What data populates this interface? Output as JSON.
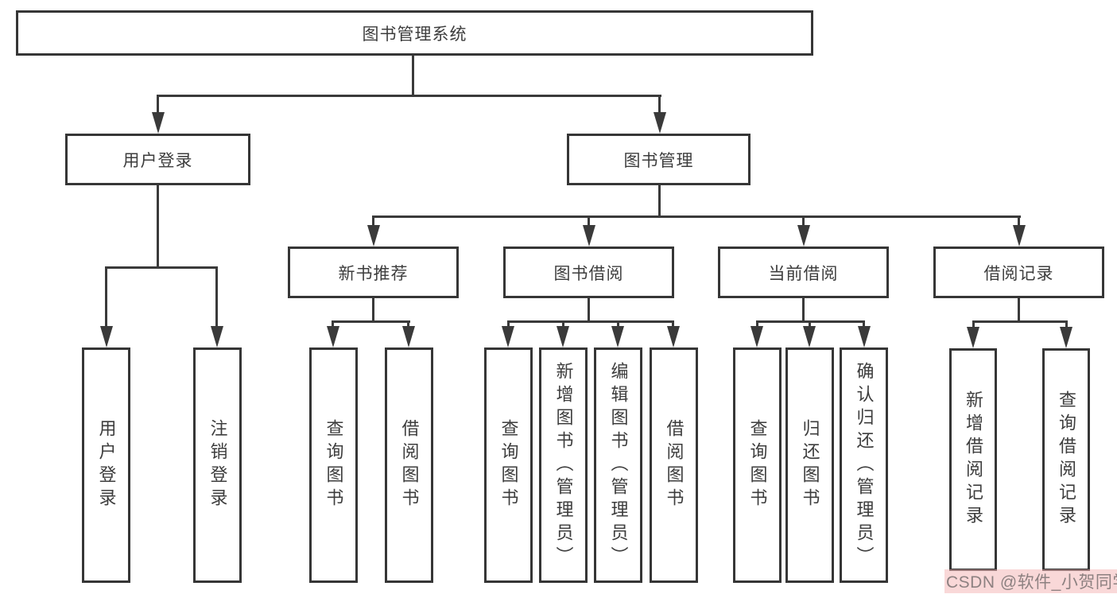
{
  "diagram": {
    "root": {
      "label": "图书管理系统"
    },
    "level1": [
      {
        "label": "用户登录"
      },
      {
        "label": "图书管理"
      }
    ],
    "level2": [
      {
        "label": "新书推荐"
      },
      {
        "label": "图书借阅"
      },
      {
        "label": "当前借阅"
      },
      {
        "label": "借阅记录"
      }
    ],
    "leaves": {
      "user_login": [
        {
          "label": "用户登录"
        },
        {
          "label": "注销登录"
        }
      ],
      "new_books": [
        {
          "label": "查询图书"
        },
        {
          "label": "借阅图书"
        }
      ],
      "borrow": [
        {
          "label": "查询图书"
        },
        {
          "label": "新增图书（管理员）"
        },
        {
          "label": "编辑图书（管理员）"
        },
        {
          "label": "借阅图书"
        }
      ],
      "current": [
        {
          "label": "查询图书"
        },
        {
          "label": "归还图书"
        },
        {
          "label": "确认归还（管理员）"
        }
      ],
      "records": [
        {
          "label": "新增借阅记录"
        },
        {
          "label": "查询借阅记录"
        }
      ]
    },
    "line_color": "#3a3a3a",
    "box_border_color": "#363636",
    "text_color": "#3d3d3d"
  },
  "watermark": {
    "text": "CSDN @软件_小贺同学",
    "color": "#8d8181",
    "highlight": "#f4b2b2"
  }
}
